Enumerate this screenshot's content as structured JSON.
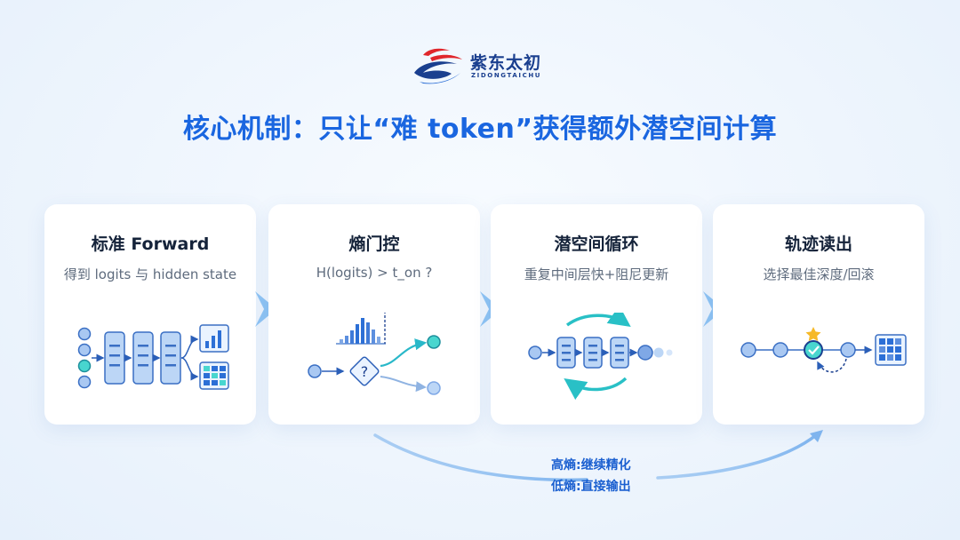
{
  "brand": {
    "name": "紫东太初",
    "subtitle": "ZIDONGTAICHU",
    "colors": {
      "navy": "#1a3f8f",
      "red": "#e0262b",
      "blue": "#1a66e0"
    }
  },
  "title": "核心机制：只让“难 token”获得额外潜空间计算",
  "steps": [
    {
      "title": "标准 Forward",
      "subtitle": "得到 logits 与 hidden state",
      "icon": "forward-layers-icon"
    },
    {
      "title": "熵门控",
      "subtitle": "H(logits) > t_on ?",
      "icon": "entropy-gate-icon"
    },
    {
      "title": "潜空间循环",
      "subtitle": "重复中间层快+阻尼更新",
      "icon": "latent-loop-icon"
    },
    {
      "title": "轨迹读出",
      "subtitle": "选择最佳深度/回滚",
      "icon": "trajectory-readout-icon"
    }
  ],
  "bottom_note": {
    "high": "高熵:继续精化",
    "low": "低熵:直接输出"
  }
}
